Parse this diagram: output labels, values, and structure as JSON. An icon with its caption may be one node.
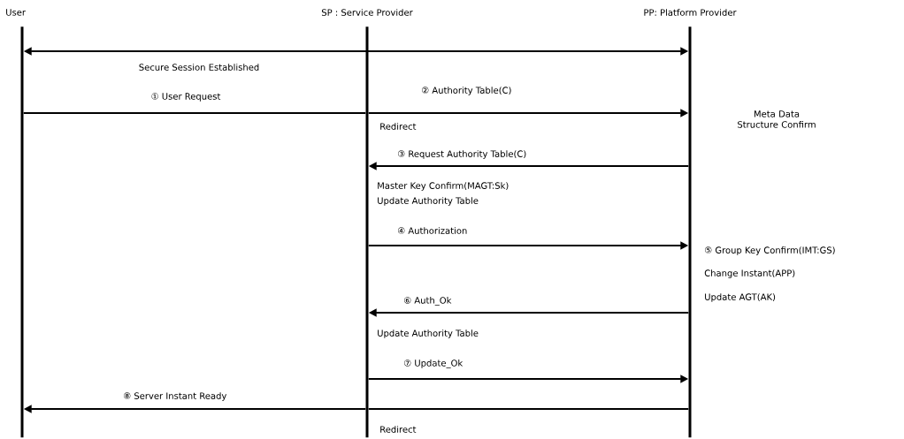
{
  "diagram": {
    "nodes": [
      {
        "text": [
          "User"
        ]
      },
      {
        "text": [
          "SP : Service Provider"
        ]
      },
      {
        "text": [
          "PP: Platform Provider"
        ]
      }
    ],
    "edges": [
      {
        "from": 2,
        "to": 0,
        "arrow": "both",
        "label": "Secure Session Established"
      },
      {
        "from": 0,
        "to": 1,
        "arrow": "none",
        "label": "① User Request"
      },
      {
        "from": 1,
        "to": 2,
        "arrow": "to",
        "label": "② Authority Table(C)"
      },
      {
        "from": 2,
        "to": 1,
        "arrow": "to",
        "label": "③ Request Authority Table(C)"
      },
      {
        "from": 1,
        "to": 2,
        "arrow": "to",
        "label": "④ Authorization"
      },
      {
        "from": 2,
        "to": 1,
        "arrow": "to",
        "label": "⑥ Auth_Ok"
      },
      {
        "from": 1,
        "to": 2,
        "arrow": "to",
        "label": "⑦ Update_Ok"
      },
      {
        "from": 2,
        "to": 1,
        "arrow": "none"
      },
      {
        "from": 1,
        "to": 0,
        "arrow": "to",
        "label": "⑧ Server Instant Ready"
      }
    ],
    "labels": [
      "Redirect",
      "Meta Data Structure Confirm",
      "Master Key Confirm(MAGT:Sk)",
      "Update Authority Table",
      "⑤ Group Key Confirm(IMT:GS)",
      "Change Instant(APP)",
      "Update AGT(AK)",
      "Update Authority Table",
      "Redirect"
    ]
  }
}
